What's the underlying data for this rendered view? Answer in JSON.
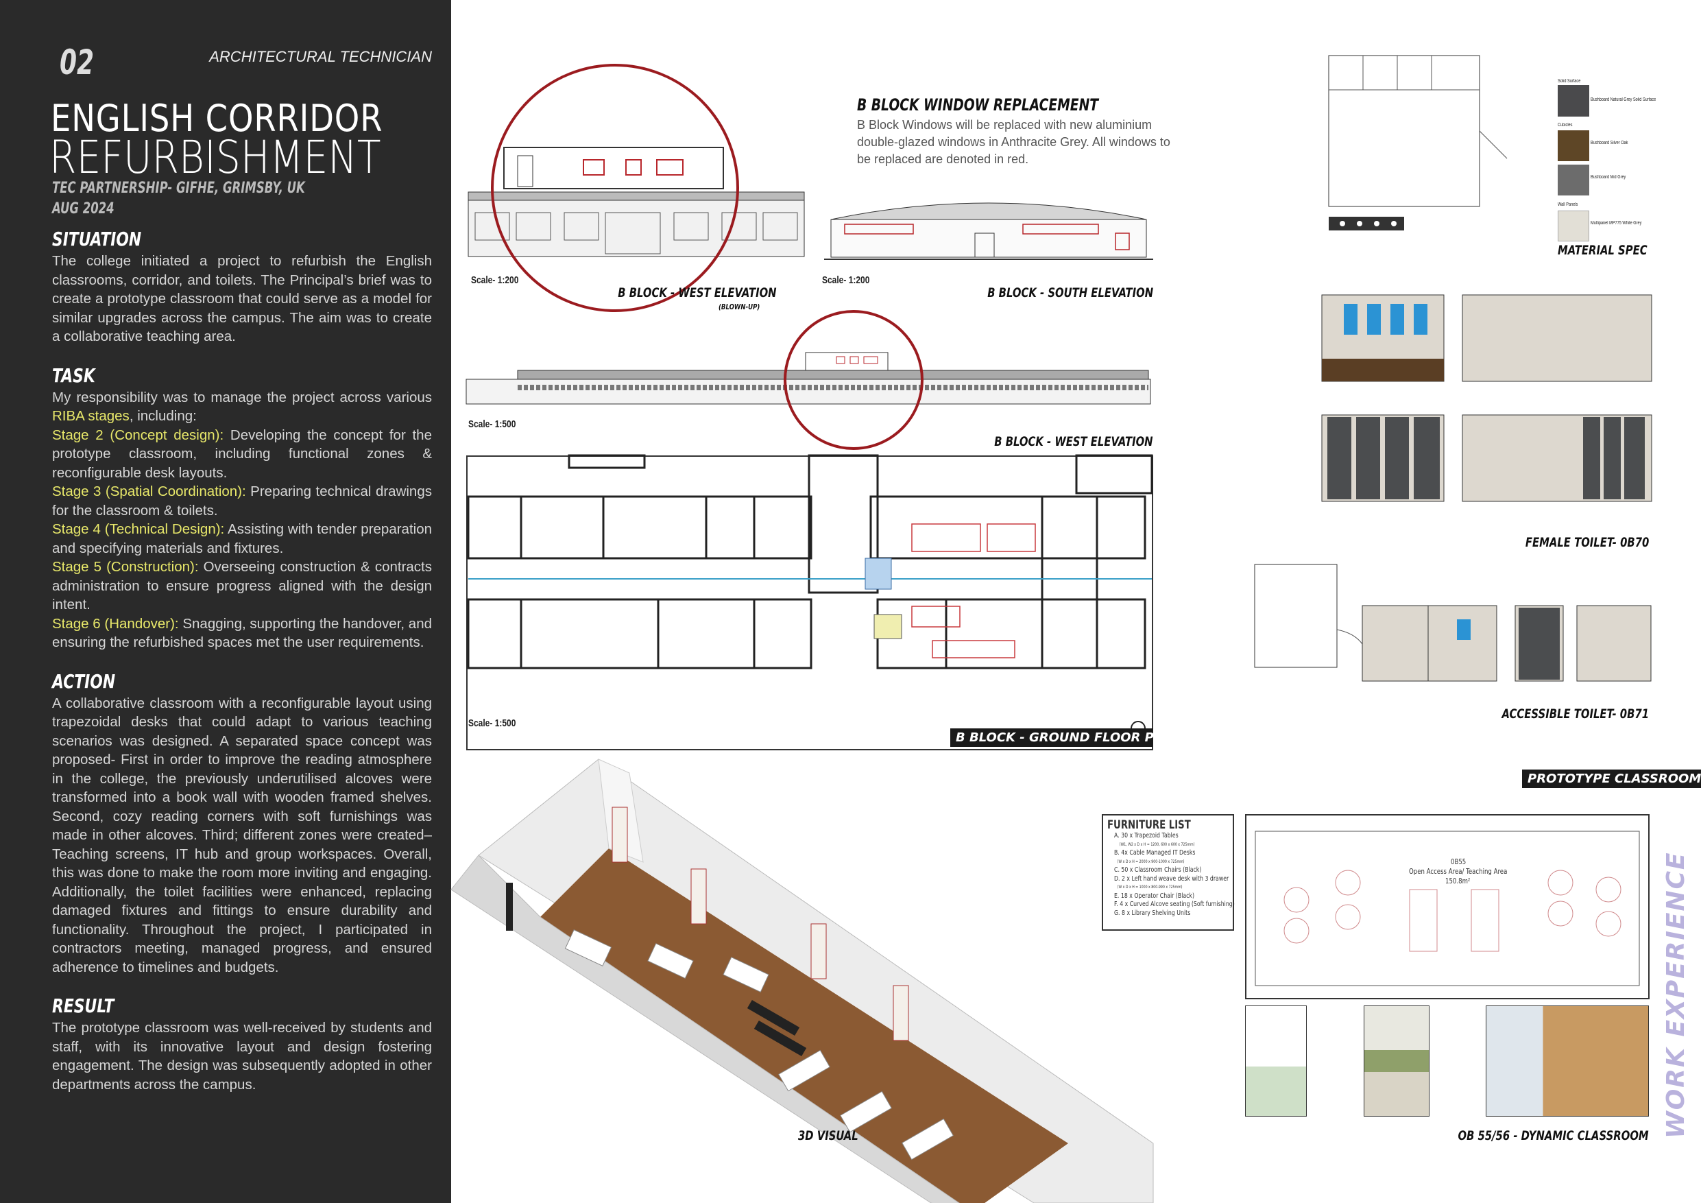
{
  "header": {
    "number": "02",
    "role": "ARCHITECTURAL TECHNICIAN",
    "title_line1": "ENGLISH CORRIDOR",
    "title_line2": "REFURBISHMENT",
    "client": "TEC PARTNERSHIP- GIFHE, GRIMSBY, UK",
    "date": "AUG 2024"
  },
  "situation": {
    "heading": "SITUATION",
    "text": "The college initiated a project to refurbish the English classrooms, corridor, and toilets. The Principal’s brief was to create a prototype classroom that could serve as a model for similar upgrades across the campus. The aim was to create a collaborative teaching area."
  },
  "task": {
    "heading": "TASK",
    "intro": "My responsibility was to manage the project across various ",
    "riba": "RIBA stages",
    "intro_end": ", including:",
    "stages": [
      {
        "label": "Stage 2 (Concept design):",
        "text": " Developing the concept for the prototype classroom, including functional zones & reconfigurable desk layouts."
      },
      {
        "label": "Stage 3 (Spatial Coordination):",
        "text": " Preparing technical drawings for the classroom & toilets."
      },
      {
        "label": "Stage 4 (Technical Design):",
        "text": " Assisting with tender preparation and specifying materials and fixtures."
      },
      {
        "label": "Stage 5 (Construction):",
        "text": " Overseeing construction & contracts administration to ensure progress aligned with the design intent."
      },
      {
        "label": "Stage 6 (Handover):",
        "text": " Snagging, supporting the handover, and ensuring the refurbished spaces met the user requirements."
      }
    ]
  },
  "action": {
    "heading": "ACTION",
    "text": "A collaborative classroom with a reconfigurable layout using trapezoidal desks that could adapt to various teaching scenarios was designed. A separated space concept was proposed- First in order to improve the reading atmosphere in the college, the previously underutilised alcoves were transformed into a book wall with wooden framed shelves. Second, cozy reading corners with soft furnishings was made in other alcoves. Third; different zones were created– Teaching screens, IT hub and group workspaces. Overall, this was done to make the room more inviting and engaging. Additionally, the toilet facilities were enhanced, replacing damaged fixtures and fittings to ensure durability and functionality. Throughout the project, I participated in contractors meeting, managed progress, and ensured adherence to timelines and budgets."
  },
  "result": {
    "heading": "RESULT",
    "text": "The prototype classroom was well-received by students and staff, with its innovative layout and design fostering engagement. The design was subsequently adopted in other departments across the campus."
  },
  "windows": {
    "title": "B BLOCK WINDOW REPLACEMENT",
    "text": "B Block Windows will be replaced with new aluminium double-glazed windows in Anthracite Grey. All windows to be replaced are denoted in red."
  },
  "drawings": {
    "west_blown": {
      "scale": "Scale- 1:200",
      "label": "B BLOCK - WEST ELEVATION",
      "sublabel": "(BLOWN-UP)"
    },
    "south": {
      "scale": "Scale- 1:200",
      "label": "B BLOCK - SOUTH ELEVATION"
    },
    "west": {
      "scale": "Scale- 1:500",
      "label": "B BLOCK - WEST ELEVATION"
    },
    "plan": {
      "scale": "Scale- 1:500",
      "label": "B BLOCK - GROUND FLOOR PLAN"
    },
    "visual": {
      "label": "3D VISUAL"
    }
  },
  "material_spec": {
    "title": "MATERIAL SPEC",
    "groups": [
      {
        "group": "Solid Surface",
        "name": "Bushboard Natural Grey Solid Surface",
        "color": "#4a4a4c"
      },
      {
        "group": "Cubicles",
        "name": "Bushboard Silver Oak",
        "color": "#5e4626"
      },
      {
        "group": "",
        "name": "Bushboard Mid Grey",
        "color": "#6c6c6c"
      },
      {
        "group": "Wall Panels",
        "name": "Multipanel MP775 White Grey",
        "color": "#e2dfd6"
      }
    ]
  },
  "toilets": {
    "female": "FEMALE TOILET- 0B70",
    "accessible": "ACCESSIBLE TOILET- 0B71"
  },
  "prototype": {
    "bar": "PROTOTYPE CLASSROOM",
    "label": "OB 55/56 - DYNAMIC CLASSROOM",
    "room_no": "0B55",
    "room_name": "Open Access Area/ Teaching Area",
    "room_area": "150.8m²"
  },
  "furniture": {
    "title": "FURNITURE LIST",
    "items": [
      {
        "text": "A.  30 x Trapezoid Tables",
        "note": "(W1, W2 x D x H = 1200, 600 x 600 x 725mm)"
      },
      {
        "text": "B.  4x Cable Managed IT Desks",
        "note": "(W x D x H = 2000 x 900-1000 x 725mm)"
      },
      {
        "text": "C.  50 x Classroom Chairs (Black)",
        "note": ""
      },
      {
        "text": "D.  2 x Left hand weave desk with 3 drawer",
        "note": "(W x D x H = 1000 x 800-990 x 725mm)"
      },
      {
        "text": "E.  18 x Operator Chair (Black)",
        "note": ""
      },
      {
        "text": "F.  4 x Curved Alcove seating (Soft furnishing)",
        "note": ""
      },
      {
        "text": "G.  8 x Library Shelving Units",
        "note": ""
      }
    ]
  },
  "side_label": "WORK EXPERIENCE",
  "colors": {
    "panel": "#2a2a2a",
    "highlight": "#e8e86a",
    "red": "#9b1b1f",
    "side_label": "#b9b2dd"
  }
}
